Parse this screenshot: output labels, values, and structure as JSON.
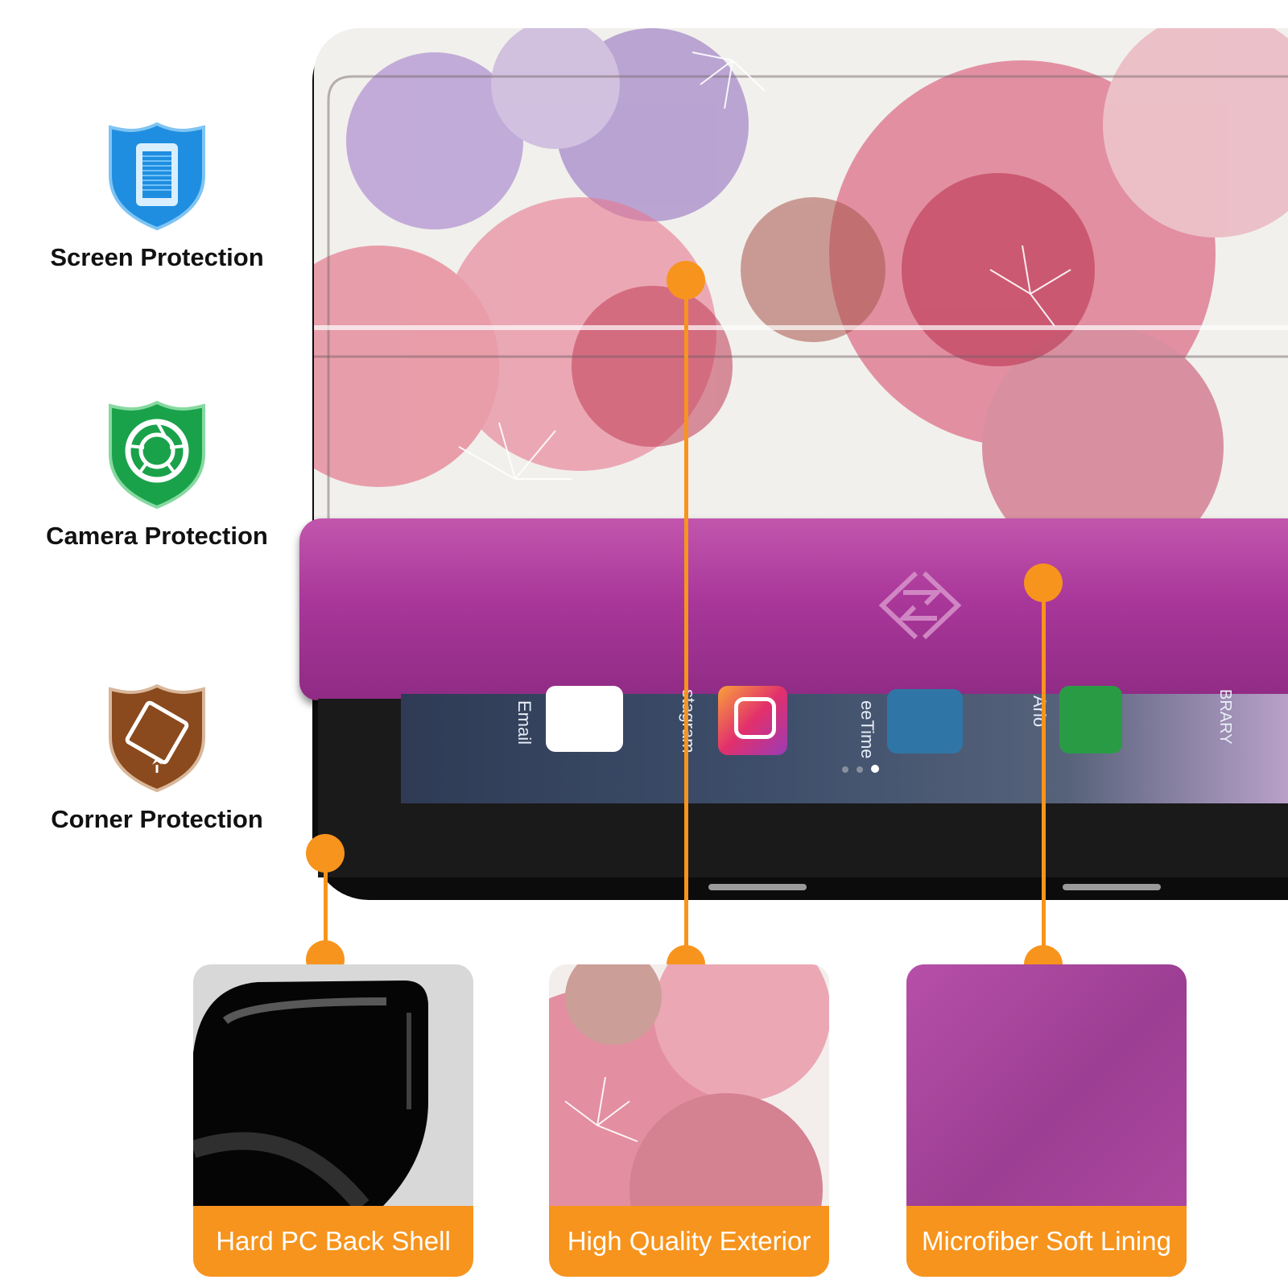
{
  "features": [
    {
      "label": "Screen Protection",
      "icon": "screen-shield-icon",
      "color": "#1f8ee0"
    },
    {
      "label": "Camera Protection",
      "icon": "camera-shield-icon",
      "color": "#1aa24a"
    },
    {
      "label": "Corner Protection",
      "icon": "corner-shield-icon",
      "color": "#8a4a1d"
    }
  ],
  "tablet": {
    "apps": [
      "Email",
      "stagram",
      "eeTime",
      "Arlo",
      "BRARY"
    ]
  },
  "materials": [
    {
      "label": "Hard PC Back Shell"
    },
    {
      "label": "High Quality Exterior"
    },
    {
      "label": "Microfiber Soft Lining"
    }
  ],
  "colors": {
    "accent": "#f7941d",
    "case_purple": "#a9379a",
    "screen_shield": "#1f8ee0",
    "camera_shield": "#1aa24a",
    "corner_shield": "#8a4a1d"
  }
}
